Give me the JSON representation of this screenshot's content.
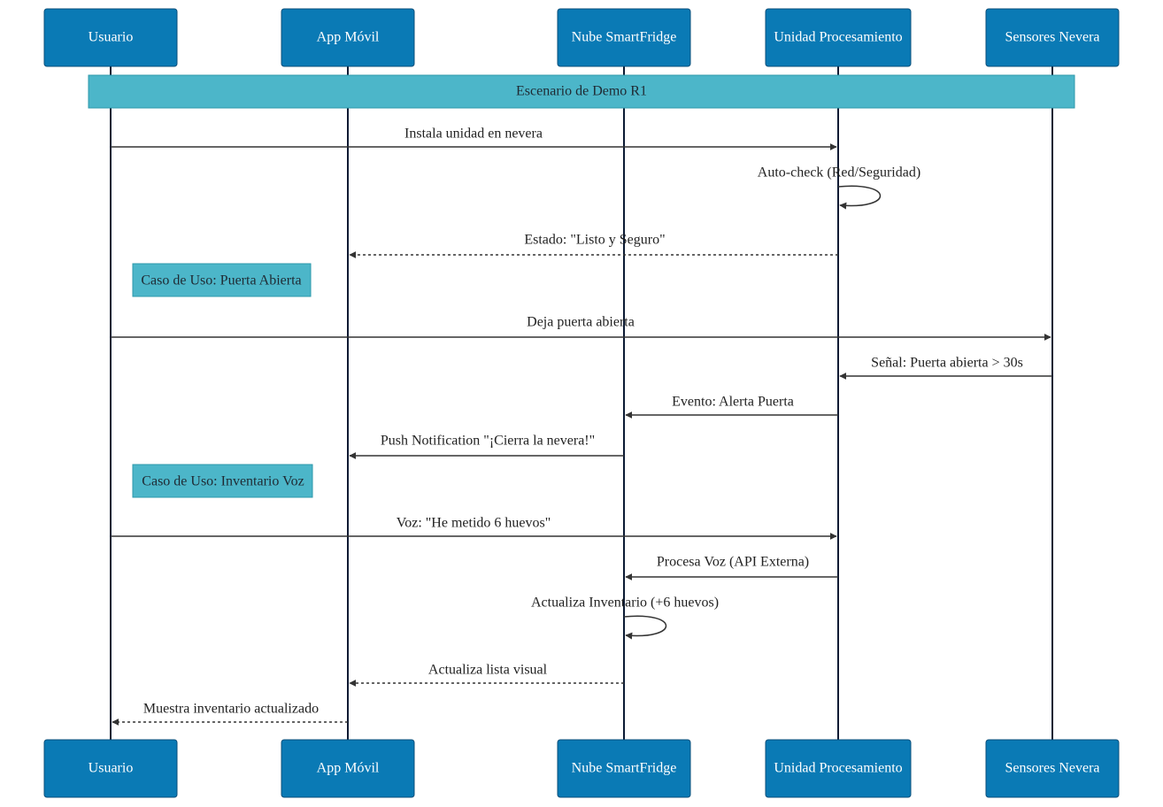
{
  "participants": [
    {
      "id": "usuario",
      "label": "Usuario"
    },
    {
      "id": "app",
      "label": "App Móvil"
    },
    {
      "id": "nube",
      "label": "Nube SmartFridge"
    },
    {
      "id": "unidad",
      "label": "Unidad Procesamiento"
    },
    {
      "id": "sensores",
      "label": "Sensores Nevera"
    }
  ],
  "banner": {
    "label": "Escenario de Demo R1"
  },
  "notes": [
    {
      "label": "Caso de Uso: Puerta Abierta"
    },
    {
      "label": "Caso de Uso: Inventario Voz"
    }
  ],
  "messages": [
    {
      "from": "usuario",
      "to": "unidad",
      "label": "Instala unidad en nevera",
      "style": "solid"
    },
    {
      "from": "unidad",
      "to": "unidad",
      "label": "Auto-check (Red/Seguridad)",
      "style": "self"
    },
    {
      "from": "unidad",
      "to": "app",
      "label": "Estado: \"Listo y Seguro\"",
      "style": "dashed"
    },
    {
      "from": "usuario",
      "to": "sensores",
      "label": "Deja puerta abierta",
      "style": "solid"
    },
    {
      "from": "sensores",
      "to": "unidad",
      "label": "Señal: Puerta abierta > 30s",
      "style": "solid"
    },
    {
      "from": "unidad",
      "to": "nube",
      "label": "Evento: Alerta Puerta",
      "style": "solid"
    },
    {
      "from": "nube",
      "to": "app",
      "label": "Push Notification \"¡Cierra la nevera!\"",
      "style": "solid"
    },
    {
      "from": "usuario",
      "to": "unidad",
      "label": "Voz: \"He metido 6 huevos\"",
      "style": "solid"
    },
    {
      "from": "unidad",
      "to": "nube",
      "label": "Procesa Voz (API Externa)",
      "style": "solid"
    },
    {
      "from": "nube",
      "to": "nube",
      "label": "Actualiza Inventario (+6 huevos)",
      "style": "self"
    },
    {
      "from": "nube",
      "to": "app",
      "label": "Actualiza lista visual",
      "style": "dashed"
    },
    {
      "from": "app",
      "to": "usuario",
      "label": "Muestra inventario actualizado",
      "style": "dashed"
    }
  ]
}
